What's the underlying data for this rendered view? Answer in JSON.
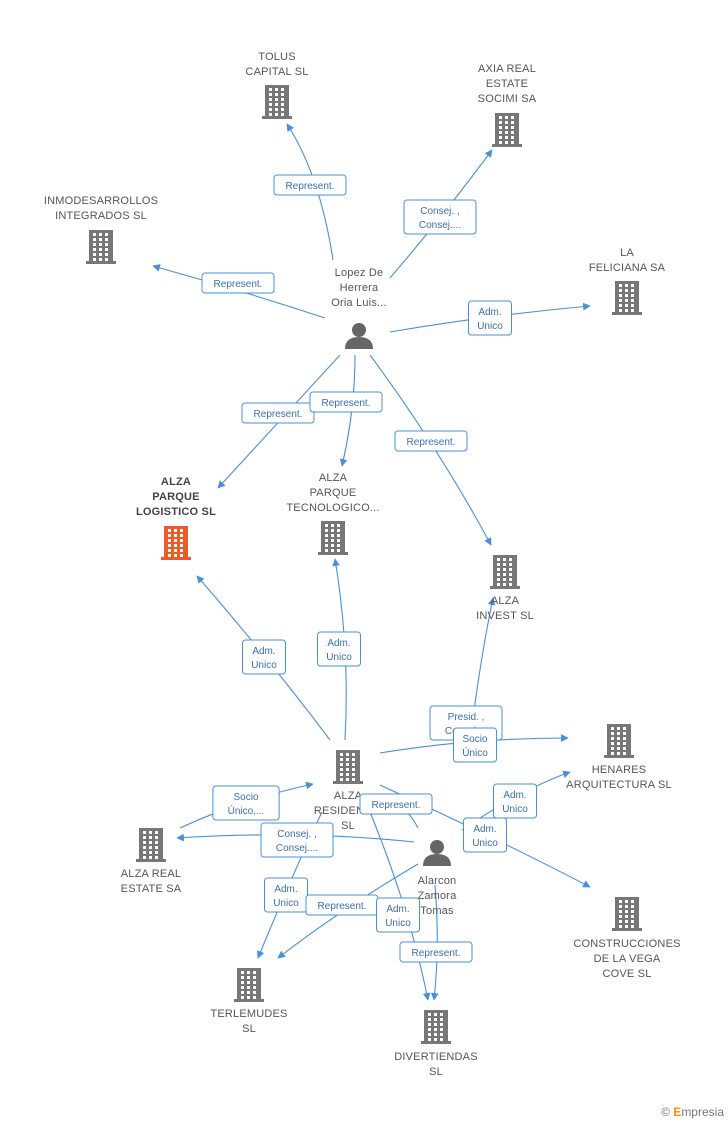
{
  "colors": {
    "edge": "#4a90d9",
    "company": "#777777",
    "focus": "#f05a28",
    "person": "#666666"
  },
  "nodes": [
    {
      "id": "tolus",
      "type": "company",
      "lines": [
        "TOLUS",
        "CAPITAL SL"
      ]
    },
    {
      "id": "axia",
      "type": "company",
      "lines": [
        "AXIA REAL",
        "ESTATE",
        "SOCIMI SA"
      ]
    },
    {
      "id": "inmodes",
      "type": "company",
      "lines": [
        "INMODESARROLLOS",
        "INTEGRADOS SL"
      ]
    },
    {
      "id": "feliciana",
      "type": "company",
      "lines": [
        "LA",
        "FELICIANA SA"
      ]
    },
    {
      "id": "lopez",
      "type": "person",
      "lines": [
        "Lopez De",
        "Herrera",
        "Oria Luis..."
      ]
    },
    {
      "id": "alzaparque",
      "type": "focus",
      "lines": [
        "ALZA",
        "PARQUE",
        "LOGISTICO  SL"
      ]
    },
    {
      "id": "alzatecno",
      "type": "company",
      "lines": [
        "ALZA",
        "PARQUE",
        "TECNOLOGICO..."
      ]
    },
    {
      "id": "alzainvest",
      "type": "company",
      "lines": [
        "ALZA",
        "INVEST  SL"
      ]
    },
    {
      "id": "alzaresid",
      "type": "company",
      "lines": [
        "ALZA",
        "RESIDENC...",
        "SL"
      ]
    },
    {
      "id": "henares",
      "type": "company",
      "lines": [
        "HENARES",
        "ARQUITECTURA SL"
      ]
    },
    {
      "id": "alzareal",
      "type": "company",
      "lines": [
        "ALZA REAL",
        "ESTATE SA"
      ]
    },
    {
      "id": "alarcon",
      "type": "person",
      "lines": [
        "Alarcon",
        "Zamora",
        "Tomas"
      ]
    },
    {
      "id": "construcciones",
      "type": "company",
      "lines": [
        "CONSTRUCCIONES",
        "DE LA VEGA",
        "COVE SL"
      ]
    },
    {
      "id": "terlemudes",
      "type": "company",
      "lines": [
        "TERLEMUDES",
        "SL"
      ]
    },
    {
      "id": "divertiendas",
      "type": "company",
      "lines": [
        "DIVERTIENDAS",
        "SL"
      ]
    }
  ],
  "edges": [
    {
      "from": "lopez",
      "to": "tolus",
      "label": [
        "Represent."
      ]
    },
    {
      "from": "lopez",
      "to": "axia",
      "label": [
        "Consej. ,",
        "Consej...."
      ]
    },
    {
      "from": "lopez",
      "to": "inmodes",
      "label": [
        "Represent."
      ]
    },
    {
      "from": "lopez",
      "to": "feliciana",
      "label": [
        "Adm.",
        "Unico"
      ]
    },
    {
      "from": "lopez",
      "to": "alzaparque",
      "label": [
        "Represent."
      ]
    },
    {
      "from": "lopez",
      "to": "alzatecno",
      "label": [
        "Represent."
      ]
    },
    {
      "from": "lopez",
      "to": "alzainvest",
      "label": [
        "Represent."
      ]
    },
    {
      "from": "alzaresid",
      "to": "alzaparque",
      "label": [
        "Adm.",
        "Unico"
      ]
    },
    {
      "from": "alzaresid",
      "to": "alzatecno",
      "label": [
        "Adm.",
        "Unico"
      ]
    },
    {
      "from": "alarcon",
      "to": "alzainvest",
      "label": [
        "Presid. ,",
        "Consej...."
      ]
    },
    {
      "from": "alzaresid",
      "to": "henares",
      "label": [
        "Socio",
        "Único"
      ]
    },
    {
      "from": "alarcon",
      "to": "henares",
      "label": [
        "Adm.",
        "Unico"
      ]
    },
    {
      "from": "alarcon",
      "to": "alzaresid",
      "label": [
        "Represent."
      ]
    },
    {
      "from": "alzareal",
      "to": "alzaresid",
      "label": [
        "Socio",
        "Único,..."
      ]
    },
    {
      "from": "alarcon",
      "to": "alzareal",
      "label": [
        "Consej. ,",
        "Consej...."
      ]
    },
    {
      "from": "alzaresid",
      "to": "construcciones",
      "label": [
        "Adm.",
        "Unico"
      ]
    },
    {
      "from": "alzaresid",
      "to": "terlemudes",
      "label": [
        "Adm.",
        "Unico"
      ]
    },
    {
      "from": "alarcon",
      "to": "terlemudes",
      "label": [
        "Represent."
      ]
    },
    {
      "from": "alzaresid",
      "to": "divertiendas",
      "label": [
        "Adm.",
        "Unico"
      ]
    },
    {
      "from": "alarcon",
      "to": "divertiendas",
      "label": [
        "Represent."
      ]
    }
  ],
  "brand": {
    "copyright": "©",
    "initial": "E",
    "rest": "mpresia"
  }
}
